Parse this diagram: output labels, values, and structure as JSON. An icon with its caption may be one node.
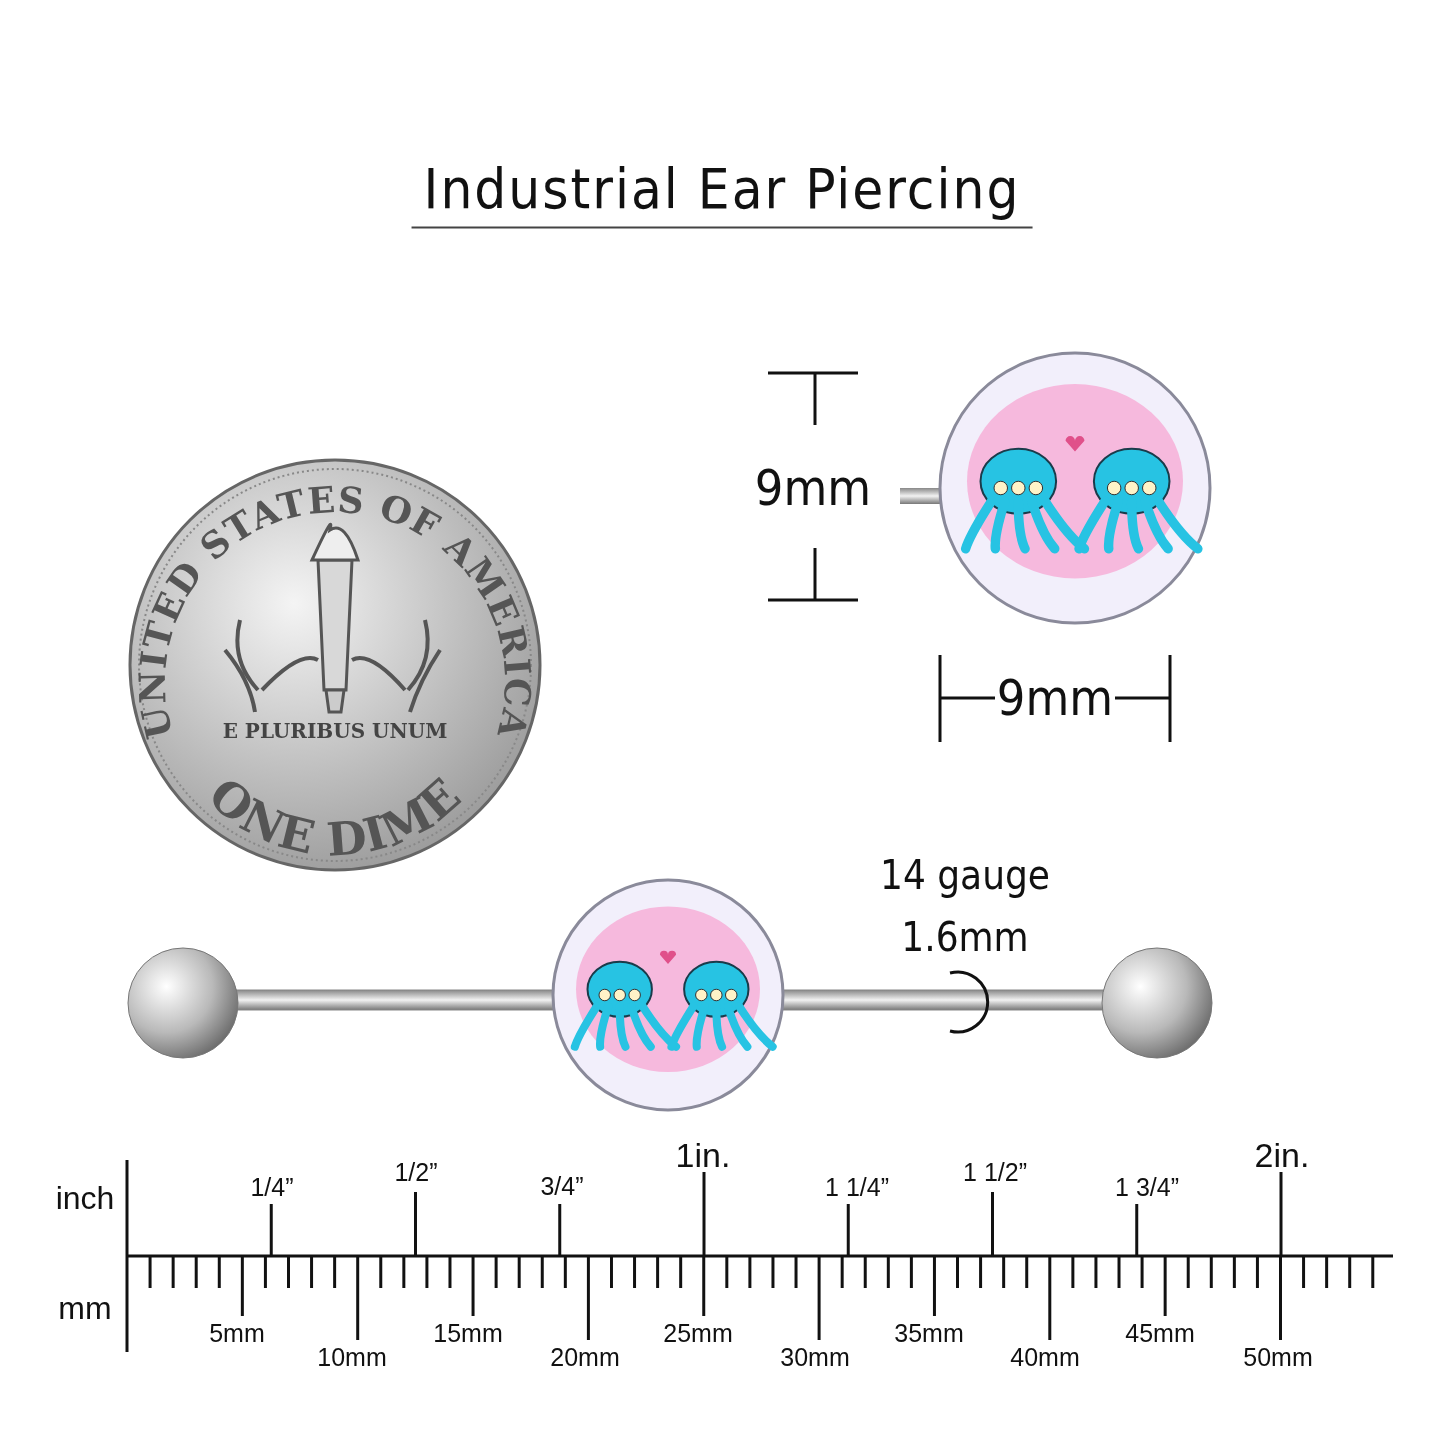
{
  "diagram": {
    "title": "Industrial Ear Piercing",
    "labels": [
      "9mm",
      "9mm",
      "UNITED STATES OF AMERICA",
      "E PLURIBUS UNUM",
      "ONE DIME",
      "14 gauge",
      "1.6mm",
      "inch",
      "1/4”",
      "1/2”",
      "3/4”",
      "1in.",
      "1 1/4”",
      "1 1/2”",
      "1 3/4”",
      "2in.",
      "mm",
      "5mm",
      "10mm",
      "15mm",
      "20mm",
      "25mm",
      "30mm",
      "35mm",
      "40mm",
      "45mm",
      "50mm"
    ]
  }
}
